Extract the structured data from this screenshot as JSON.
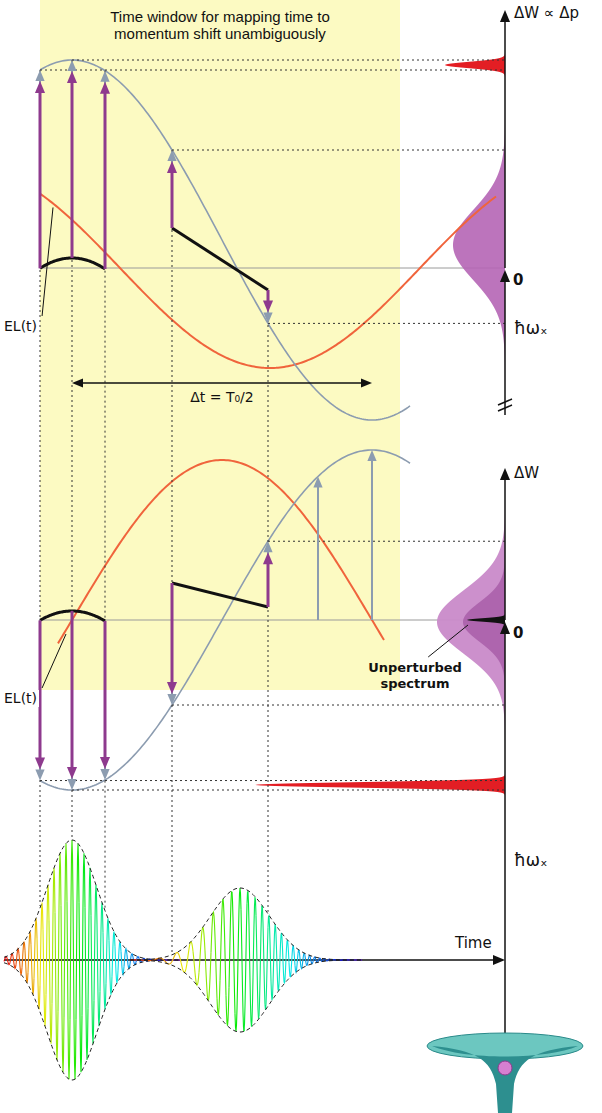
{
  "diagram": {
    "nodes": [
      {
        "text": [
          "Time window for mapping time to momentum shift unambiguously"
        ]
      }
    ],
    "labels": [
      "ΔW ∝ Δp",
      "0",
      "EL(t)",
      "ħωₓ",
      "Δt = T₀/2",
      "EL(t)",
      "ΔW",
      "0",
      "Unperturbed spectrum",
      "ħωₓ",
      "Time"
    ]
  }
}
